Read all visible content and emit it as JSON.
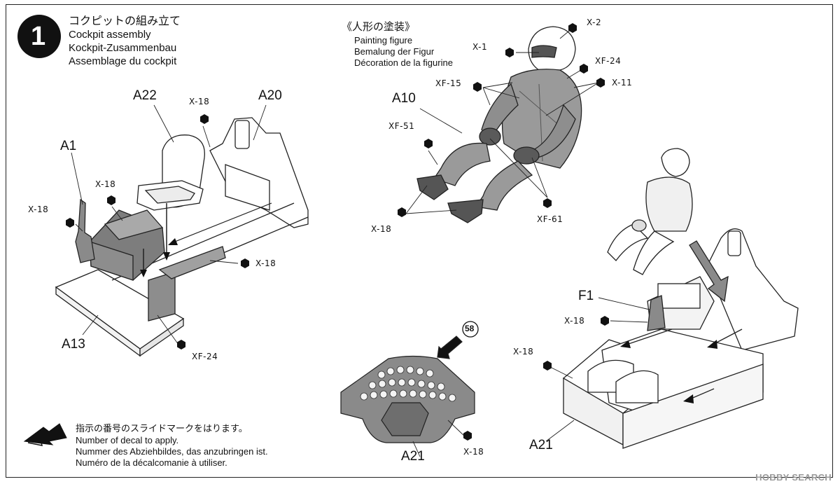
{
  "step": {
    "number": "1",
    "title_jp": "コクピットの組み立て",
    "title_en": "Cockpit assembly",
    "title_de": "Kockpit-Zusammenbau",
    "title_fr": "Assemblage du cockpit"
  },
  "painting": {
    "title_jp": "《人形の塗装》",
    "title_en": "Painting figure",
    "title_de": "Bemalung der Figur",
    "title_fr": "Décoration de la figurine"
  },
  "parts": {
    "a22": "A22",
    "a20": "A20",
    "a1": "A1",
    "a13": "A13",
    "a10": "A10",
    "f1": "F1",
    "a21_panel": "A21",
    "a21_assembly": "A21"
  },
  "colors": {
    "x18_a22": "X-18",
    "x18_a1": "X-18",
    "x18_console": "X-18",
    "x18_floor": "X-18",
    "xf24_floor": "XF-24",
    "x2": "X-2",
    "x1": "X-1",
    "xf24_fig": "XF-24",
    "xf15": "XF-15",
    "x11": "X-11",
    "xf51": "XF-51",
    "x18_fig": "X-18",
    "xf61": "XF-61",
    "x18_f1": "X-18",
    "x18_assembly": "X-18",
    "x18_panel": "X-18"
  },
  "decal": {
    "number": "58"
  },
  "legend": {
    "jp": "指示の番号のスライドマークをはります。",
    "en": "Number of decal to apply.",
    "de": "Nummer des Abziehbildes, das anzubringen ist.",
    "fr": "Numéro de la décalcomanie à utiliser."
  },
  "watermark": "HOBBY SEARCH"
}
